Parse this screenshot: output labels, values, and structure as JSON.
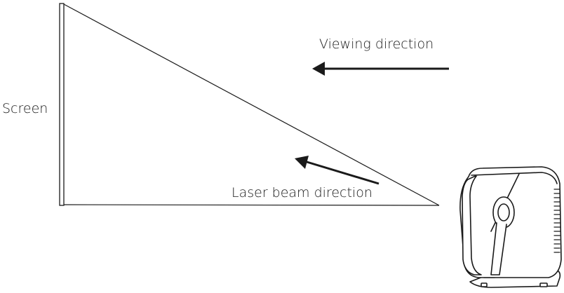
{
  "labels": {
    "screen": "Screen",
    "viewing_direction": "Viewing direction",
    "laser_beam_direction": "Laser beam direction"
  },
  "colors": {
    "stroke": "#1a1a1a",
    "fill": "#ffffff"
  },
  "icons": {
    "projector": "projector-icon",
    "viewing_arrow": "arrow-left-icon",
    "laser_arrow": "arrow-up-left-icon"
  }
}
